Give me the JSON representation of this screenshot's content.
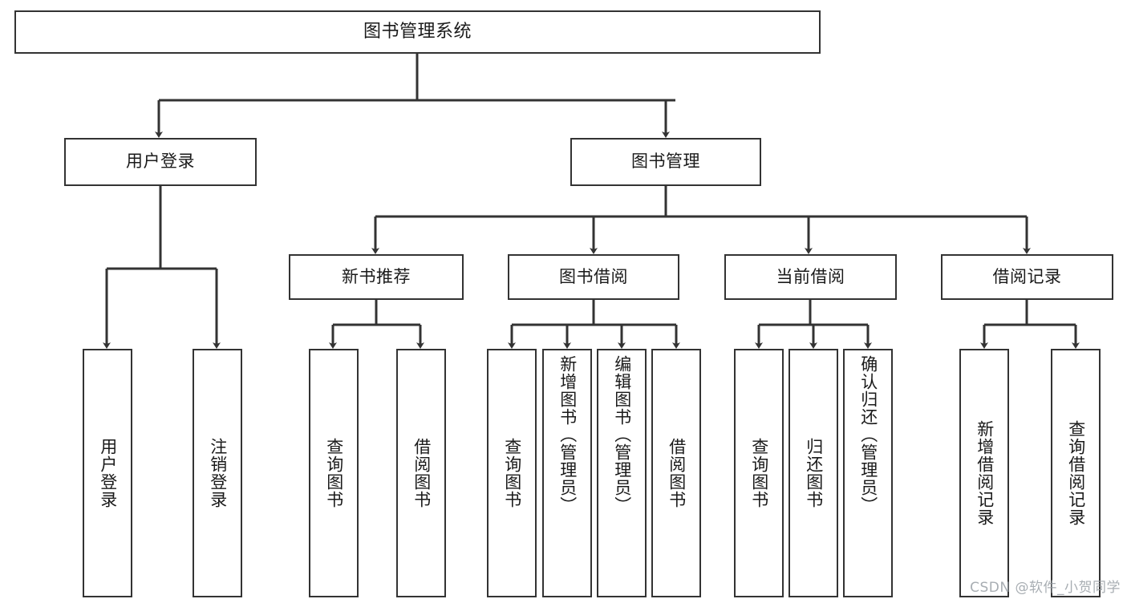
{
  "diagram": {
    "type": "tree-hierarchy",
    "title": "图书管理系统",
    "watermark": "CSDN @软件_小贺同学",
    "stroke_color": "#333333",
    "fill_color": "#ffffff",
    "text_color": "#1a1a1a",
    "nodes": {
      "root": {
        "label": "图书管理系统",
        "level": 1
      },
      "user_login": {
        "label": "用户登录",
        "level": 2
      },
      "book_manage": {
        "label": "图书管理",
        "level": 2
      },
      "new_book_rec": {
        "label": "新书推荐",
        "level": 3
      },
      "book_borrow": {
        "label": "图书借阅",
        "level": 3
      },
      "current_borrow": {
        "label": "当前借阅",
        "level": 3
      },
      "borrow_record": {
        "label": "借阅记录",
        "level": 3
      },
      "leaf_user_login": {
        "label": "用户登录",
        "level": 4
      },
      "leaf_logout": {
        "label": "注销登录",
        "level": 4
      },
      "leaf_query_book_1": {
        "label": "查询图书",
        "level": 4
      },
      "leaf_borrow_book_1": {
        "label": "借阅图书",
        "level": 4
      },
      "leaf_query_book_2": {
        "label": "查询图书",
        "level": 4
      },
      "leaf_add_book": {
        "label": "新增图书（管理员）",
        "level": 4
      },
      "leaf_edit_book": {
        "label": "编辑图书（管理员）",
        "level": 4
      },
      "leaf_borrow_book_2": {
        "label": "借阅图书",
        "level": 4
      },
      "leaf_query_book_3": {
        "label": "查询图书",
        "level": 4
      },
      "leaf_return_book": {
        "label": "归还图书",
        "level": 4
      },
      "leaf_confirm_return": {
        "label": "确认归还（管理员）",
        "level": 4
      },
      "leaf_add_record": {
        "label": "新增借阅记录",
        "level": 4
      },
      "leaf_query_record": {
        "label": "查询借阅记录",
        "level": 4
      }
    },
    "edges": [
      {
        "from": "root",
        "to": "user_login"
      },
      {
        "from": "root",
        "to": "book_manage"
      },
      {
        "from": "user_login",
        "to": "leaf_user_login"
      },
      {
        "from": "user_login",
        "to": "leaf_logout"
      },
      {
        "from": "book_manage",
        "to": "new_book_rec"
      },
      {
        "from": "book_manage",
        "to": "book_borrow"
      },
      {
        "from": "book_manage",
        "to": "current_borrow"
      },
      {
        "from": "book_manage",
        "to": "borrow_record"
      },
      {
        "from": "new_book_rec",
        "to": "leaf_query_book_1"
      },
      {
        "from": "new_book_rec",
        "to": "leaf_borrow_book_1"
      },
      {
        "from": "book_borrow",
        "to": "leaf_query_book_2"
      },
      {
        "from": "book_borrow",
        "to": "leaf_add_book"
      },
      {
        "from": "book_borrow",
        "to": "leaf_edit_book"
      },
      {
        "from": "book_borrow",
        "to": "leaf_borrow_book_2"
      },
      {
        "from": "current_borrow",
        "to": "leaf_query_book_3"
      },
      {
        "from": "current_borrow",
        "to": "leaf_return_book"
      },
      {
        "from": "current_borrow",
        "to": "leaf_confirm_return"
      },
      {
        "from": "borrow_record",
        "to": "leaf_add_record"
      },
      {
        "from": "borrow_record",
        "to": "leaf_query_record"
      }
    ]
  }
}
